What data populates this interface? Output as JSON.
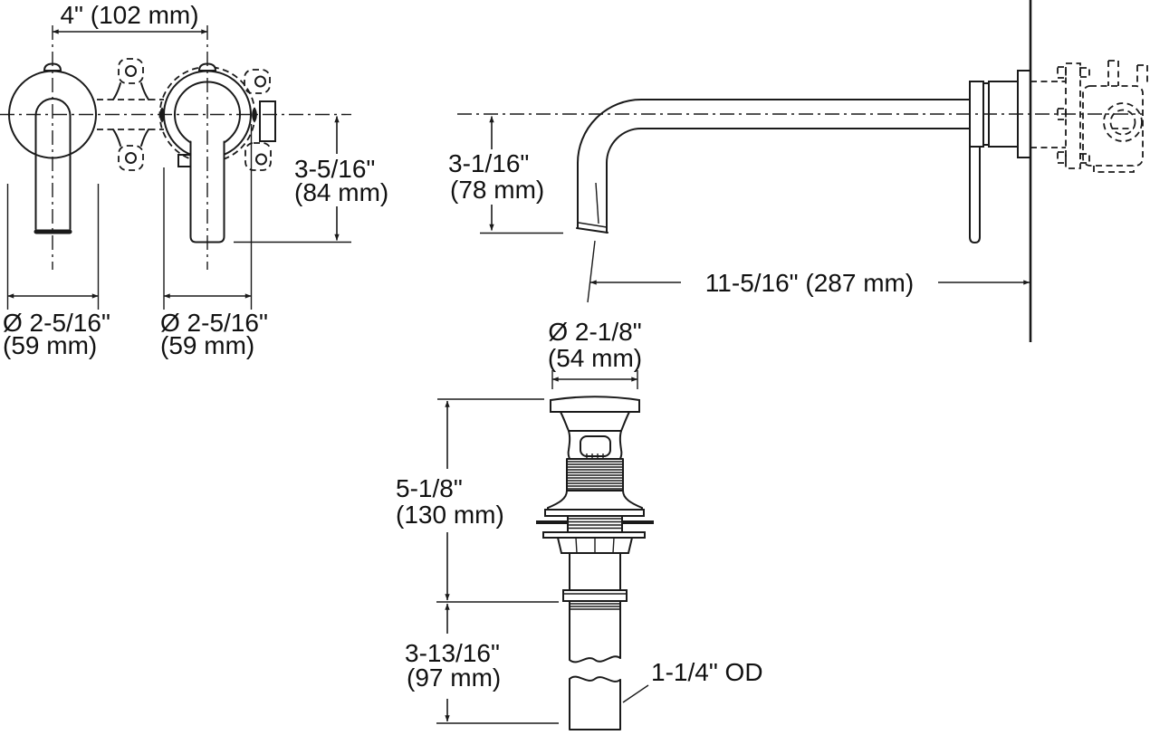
{
  "drawing": {
    "front": {
      "spacing": "4\" (102 mm)",
      "height_in": "3-5/16\"",
      "height_mm": "(84 mm)",
      "spout_dia_in": "Ø 2-5/16\"",
      "spout_dia_mm": "(59 mm)",
      "handle_dia_in": "Ø 2-5/16\"",
      "handle_dia_mm": "(59 mm)"
    },
    "side": {
      "drop_in": "3-1/16\"",
      "drop_mm": "(78 mm)",
      "reach": "11-5/16\" (287 mm)"
    },
    "drain": {
      "cap_dia_in": "Ø 2-1/8\"",
      "cap_dia_mm": "(54 mm)",
      "upper_in": "5-1/8\"",
      "upper_mm": "(130 mm)",
      "lower_in": "3-13/16\"",
      "lower_mm": "(97 mm)",
      "tail_od": "1-1/4\" OD"
    }
  }
}
